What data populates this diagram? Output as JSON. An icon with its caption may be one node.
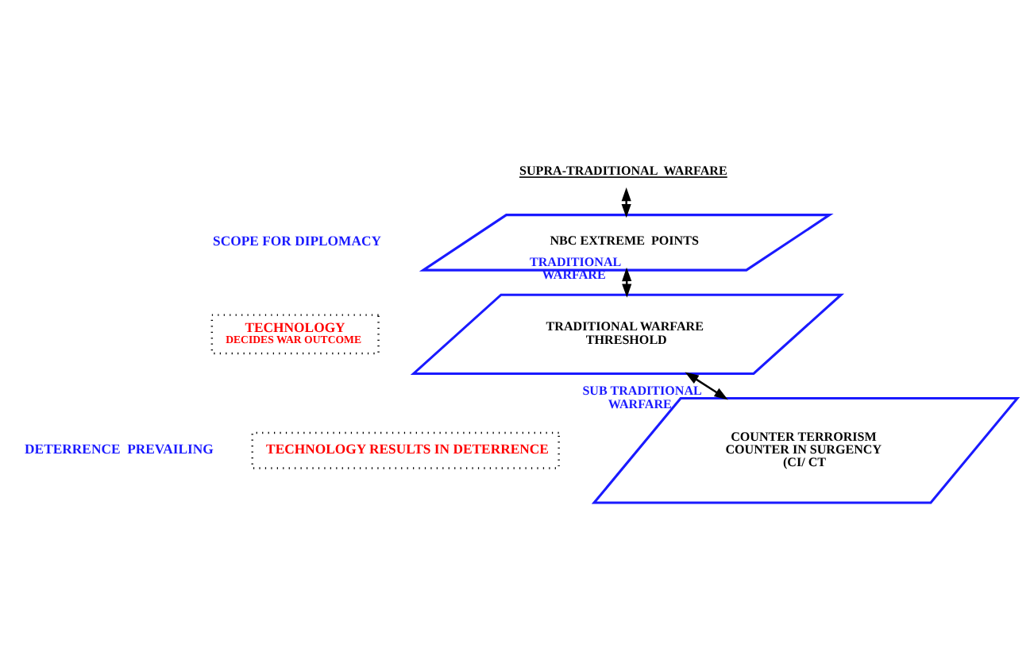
{
  "diagram": {
    "nodes": [
      {
        "text": [
          "SUPRA-TRADITIONAL  WARFARE"
        ]
      },
      {
        "text": [
          "NBC EXTREME  POINTS"
        ]
      },
      {
        "text": [
          "TRADITIONAL WARFARE THRESHOLD"
        ]
      },
      {
        "text": [
          "COUNTER TERRORISM COUNTER IN SURGENCY (CI/ CT"
        ]
      },
      {
        "text": [
          "TECHNOLOGY",
          "DECIDES WAR OUTCOME"
        ]
      },
      {
        "text": [
          "TECHNOLOGY RESULTS IN DETERRENCE"
        ]
      }
    ],
    "edges": [
      {
        "from": 0,
        "to": 1,
        "arrow": "both"
      },
      {
        "from": 1,
        "to": 2,
        "arrow": "both",
        "label": "TRADITIONAL  WARFARE"
      },
      {
        "from": 2,
        "to": 3,
        "arrow": "both",
        "label": "SUB TRADITIONAL WARFARE"
      }
    ],
    "labels": [
      "SCOPE FOR DIPLOMACY",
      "DETERRENCE  PREVAILING"
    ]
  }
}
